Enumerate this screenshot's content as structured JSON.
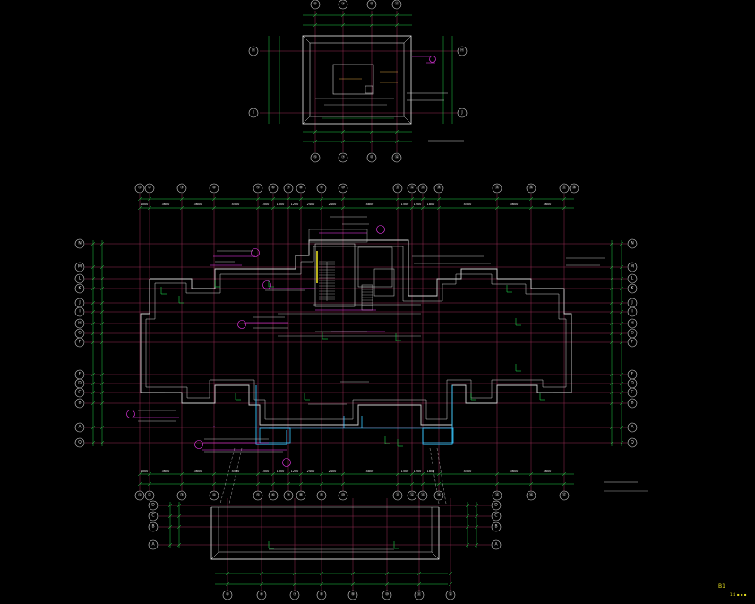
{
  "colors": {
    "background": "#000000",
    "axis_line": "#9a2d55",
    "dim_line": "#1ed34a",
    "wall": "#d0d0d0",
    "bubble": "#cfcfcf",
    "text": "#ffffff",
    "tag_magenta": "#ff3cff",
    "cyan": "#38c8ff",
    "yellow": "#e8e020",
    "purple": "#b040ff"
  },
  "title_marks": {
    "sheet_number": "B1",
    "sheet_sub": "1:1 ▪ ▪ ▪"
  },
  "roof_plan": {
    "col_labels": [
      "⑤",
      "⑦",
      "⑩",
      "⑫"
    ],
    "row_labels": [
      "H",
      "J"
    ]
  },
  "main_plan": {
    "col_labels": [
      "①",
      "②",
      "③",
      "④",
      "⑤",
      "⑥",
      "⑦",
      "⑧",
      "⑨",
      "⑩",
      "⑪",
      "⑫",
      "⑬",
      "⑭",
      "⑮",
      "⑯",
      "⑰"
    ],
    "row_labels": [
      "N",
      "M",
      "L",
      "K",
      "J",
      "I",
      "H",
      "G",
      "F",
      "E",
      "D",
      "C",
      "B",
      "A",
      "Q"
    ]
  },
  "lower_plan": {
    "col_labels": [
      "⑤",
      "⑥",
      "⑦",
      "⑧",
      "⑨",
      "⑩",
      "⑪",
      "⑫"
    ],
    "row_labels": [
      "D",
      "C",
      "B",
      "A"
    ]
  }
}
